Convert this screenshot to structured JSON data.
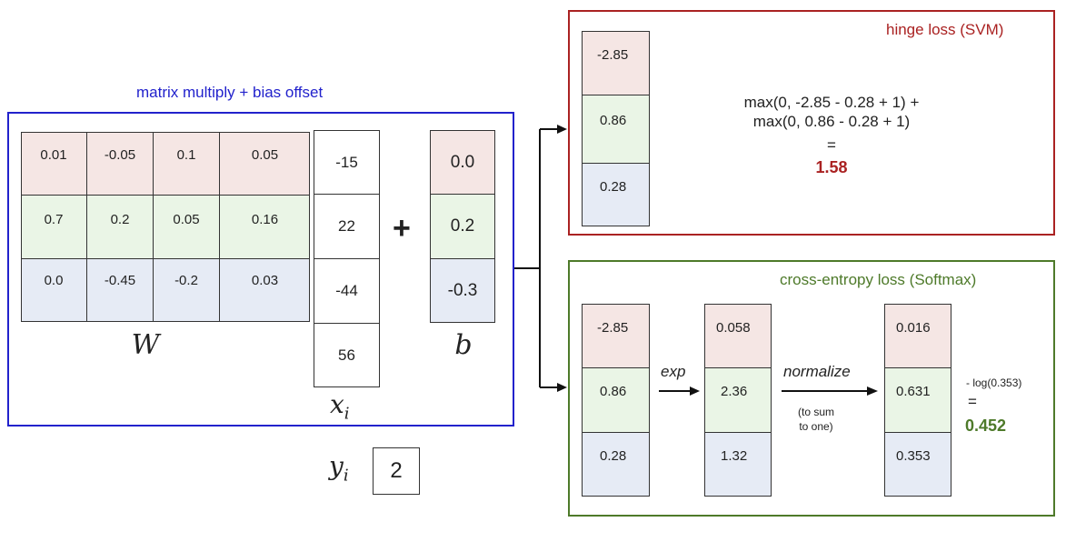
{
  "left_panel": {
    "title": "matrix multiply + bias offset",
    "title_color": "#2222cc",
    "border_color": "#2222cc",
    "W": {
      "label": "W",
      "rows": [
        [
          "0.01",
          "-0.05",
          "0.1",
          "0.05"
        ],
        [
          "0.7",
          "0.2",
          "0.05",
          "0.16"
        ],
        [
          "0.0",
          "-0.45",
          "-0.2",
          "0.03"
        ]
      ]
    },
    "x": {
      "label_base": "x",
      "label_sub": "i",
      "values": [
        "-15",
        "22",
        "-44",
        "56"
      ]
    },
    "plus": "+",
    "b": {
      "label": "b",
      "values": [
        "0.0",
        "0.2",
        "-0.3"
      ]
    },
    "y": {
      "label_base": "y",
      "label_sub": "i",
      "value": "2"
    }
  },
  "hinge": {
    "title": "hinge loss (SVM)",
    "title_color": "#aa2222",
    "border_color": "#aa2222",
    "scores": [
      "-2.85",
      "0.86",
      "0.28"
    ],
    "formula_line1": "max(0, -2.85 - 0.28 + 1) +",
    "formula_line2": "max(0, 0.86 - 0.28 + 1)",
    "equals": "=",
    "result": "1.58"
  },
  "softmax": {
    "title": "cross-entropy loss (Softmax)",
    "title_color": "#4e7a2a",
    "border_color": "#4e7a2a",
    "scores": [
      "-2.85",
      "0.86",
      "0.28"
    ],
    "exp_label": "exp",
    "exp_values": [
      "0.058",
      "2.36",
      "1.32"
    ],
    "normalize_label": "normalize",
    "normalize_note_line1": "(to sum",
    "normalize_note_line2": "to one)",
    "probs": [
      "0.016",
      "0.631",
      "0.353"
    ],
    "log_label": "- log(0.353)",
    "equals": "=",
    "result": "0.452"
  },
  "colors": {
    "row1": "#f5e6e4",
    "row2": "#eaf5e6",
    "row3": "#e6ebf5"
  }
}
